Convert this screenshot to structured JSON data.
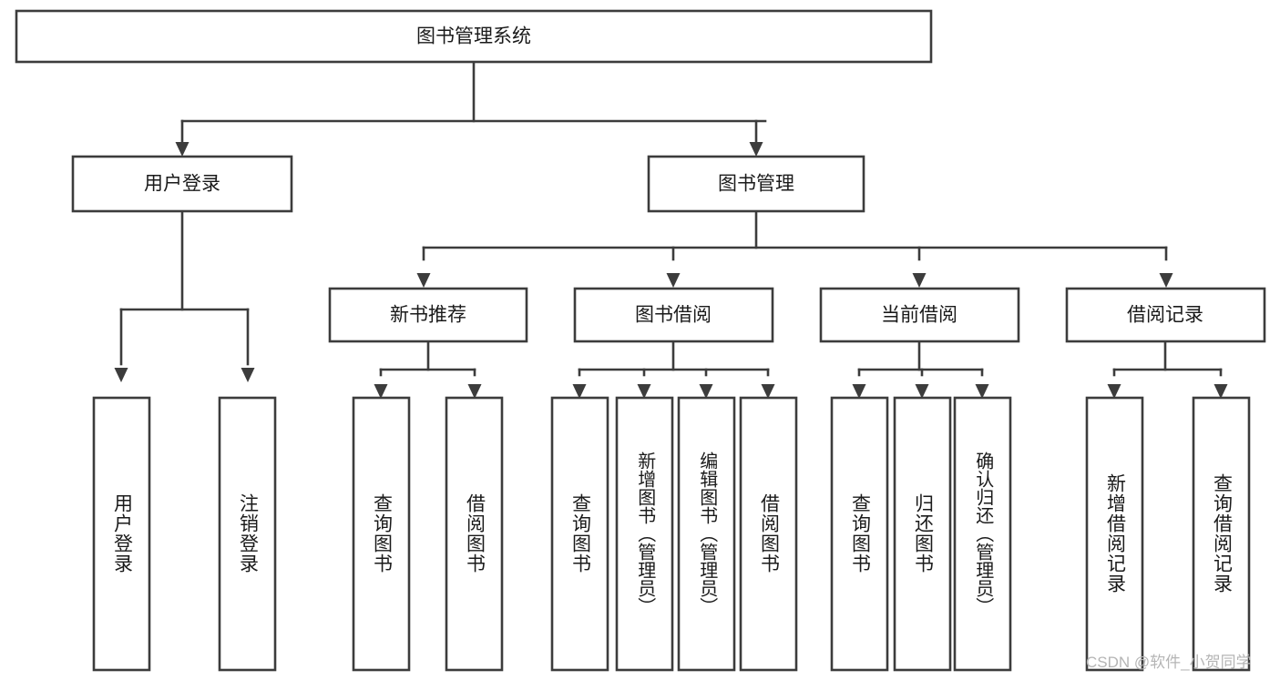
{
  "diagram": {
    "title": "图书管理系统",
    "type": "functional-decomposition-tree",
    "root": {
      "label": "图书管理系统"
    },
    "level2": [
      {
        "label": "用户登录"
      },
      {
        "label": "图书管理"
      }
    ],
    "level3": [
      {
        "label": "新书推荐"
      },
      {
        "label": "图书借阅"
      },
      {
        "label": "当前借阅"
      },
      {
        "label": "借阅记录"
      }
    ],
    "leaves_user_login": [
      {
        "label": "用户登录"
      },
      {
        "label": "注销登录"
      }
    ],
    "leaves_new_book": [
      {
        "label": "查询图书"
      },
      {
        "label": "借阅图书"
      }
    ],
    "leaves_borrow": [
      {
        "label": "查询图书"
      },
      {
        "label": "新增图书（管理员）"
      },
      {
        "label": "编辑图书（管理员）"
      },
      {
        "label": "借阅图书"
      }
    ],
    "leaves_current": [
      {
        "label": "查询图书"
      },
      {
        "label": "归还图书"
      },
      {
        "label": "确认归还（管理员）"
      }
    ],
    "leaves_record": [
      {
        "label": "新增借阅记录"
      },
      {
        "label": "查询借阅记录"
      }
    ]
  },
  "watermark": {
    "text": "CSDN @软件_小贺同学"
  },
  "colors": {
    "stroke": "#3c3c3c",
    "fill": "#ffffff",
    "text": "#1a1a1a",
    "watermark": "#b5b5b5"
  }
}
